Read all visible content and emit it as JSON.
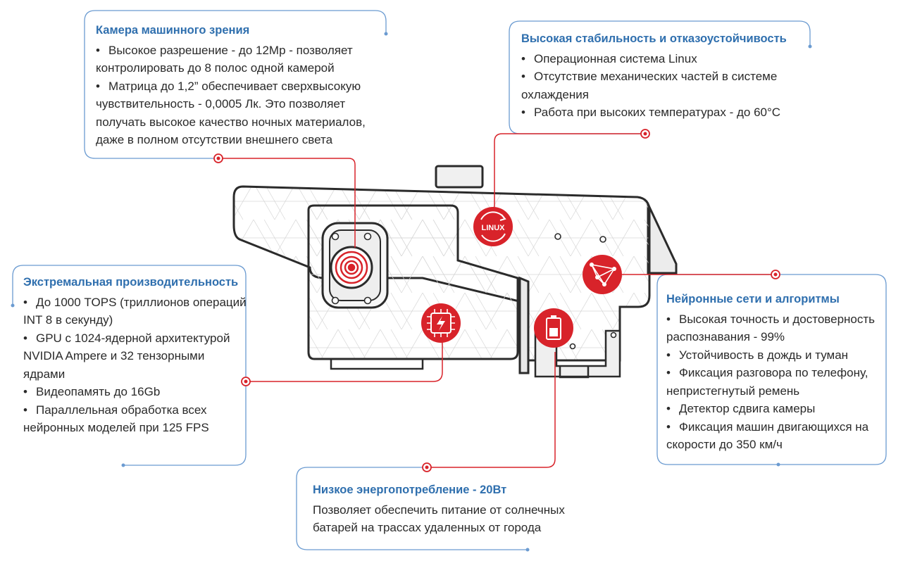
{
  "colors": {
    "accent_blue": "#2f6fae",
    "frame_blue": "#6b9bd1",
    "accent_red": "#d8232a",
    "outline": "#2b2b2b",
    "text": "#2a2a2a"
  },
  "camera": {
    "title": "Камера машинного зрения",
    "items": [
      "Высокое разрешение - до 12Mp - позволяет контролировать до 8 полос одной камерой",
      "Матрица до 1,2” обеспечивает сверхвысокую чувствительность - 0,0005 Лк. Это позволяет получать  высокое качество ночных  материалов, даже в полном отсутствии внешнего света"
    ]
  },
  "stability": {
    "title": "Высокая стабильность и отказоустойчивость",
    "items": [
      "Операционная система Linux",
      "Отсутствие механических частей в системе охлаждения",
      "Работа при высоких температурах - до 60°C"
    ]
  },
  "performance": {
    "title": "Экстремальная производительность",
    "items": [
      "До 1000 TOPS (триллионов операций INT 8 в секунду)",
      "GPU с 1024-ядерной архитектурой NVIDIA Ampere и 32 тензорными ядрами",
      "Видеопамять до 16Gb",
      "Параллельная обработка всех нейронных моделей при 125 FPS"
    ]
  },
  "neural": {
    "title": "Нейронные сети и алгоритмы",
    "items": [
      "Высокая точность и достоверность распознавания - 99%",
      "Устойчивость в дождь и туман",
      "Фиксация разговора по телефону, непристегнутый ремень",
      "Детектор сдвига камеры",
      "Фиксация машин двигающихся на скорости до 350 км/ч"
    ]
  },
  "power": {
    "title": "Низкое энергопотребление - 20Вт",
    "text": "Позволяет обеспечить питание от солнечных батарей на трассах удаленных от города"
  },
  "icons": {
    "linux_label": "LINUX",
    "linux": "linux-refresh-icon",
    "network": "neural-network-icon",
    "chip": "processor-chip-icon",
    "battery": "battery-icon",
    "lens": "camera-lens-icon"
  },
  "device": "camera-housing"
}
